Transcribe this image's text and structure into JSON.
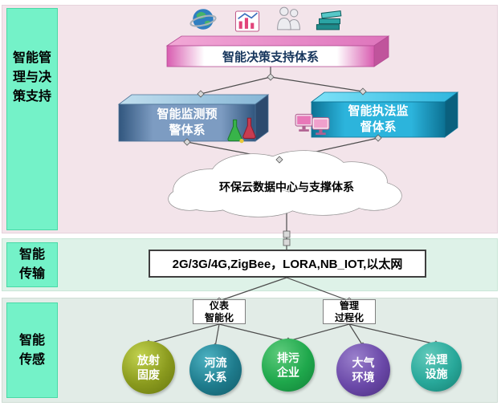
{
  "diagram": {
    "sidebar": {
      "management": "智能管理与决策支持",
      "transmission": "智能传输",
      "sensing": "智能传感"
    },
    "decision_layer": {
      "decision_bar": "智能决策支持体系",
      "monitoring_bar": "智能监测预警体系",
      "enforcement_bar": "智能执法监督体系",
      "cloud": "环保云数据中心与支撑体系"
    },
    "transmission_layer": {
      "technologies": "2G/3G/4G,ZigBee，LORA,NB_IOT,以太网"
    },
    "sensing_layer": {
      "instrument_box": [
        "仪表",
        "智能化"
      ],
      "process_box": [
        "管理",
        "过程化"
      ],
      "nodes": [
        {
          "label": "放射固废",
          "color": "#8a9a1e"
        },
        {
          "label": "河流水系",
          "color": "#1e7b8c"
        },
        {
          "label": "排污企业",
          "color": "#1fa84c"
        },
        {
          "label": "大气环境",
          "color": "#6a48a8"
        },
        {
          "label": "治理设施",
          "color": "#28a89a"
        }
      ]
    },
    "icons": {
      "top_row": [
        "globe-icon",
        "chart-icon",
        "people-icon",
        "books-icon"
      ],
      "monitoring_bar": "lab-flasks-icon",
      "enforcement_bar": "monitors-icon"
    },
    "colors": {
      "sidebar_label_bg": "#74f2c8",
      "management_section_bg": "#f3e4ea",
      "transmission_section_bg": "#def2e8",
      "sensing_section_bg": "#e2ece7",
      "decision_bar": "#e06cb8",
      "monitoring_bar": "#4a6e9e",
      "enforcement_bar": "#18a8d0"
    }
  }
}
